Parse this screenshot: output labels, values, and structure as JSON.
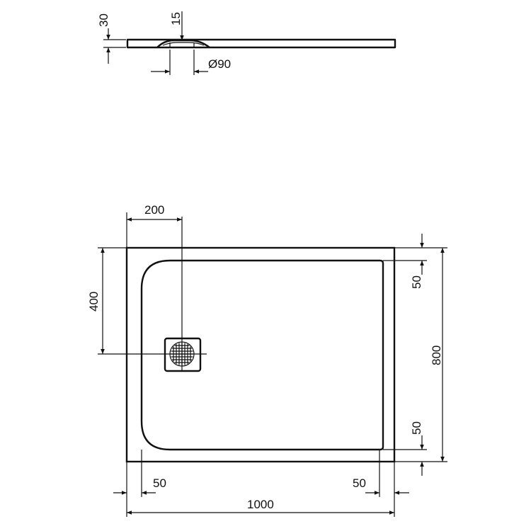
{
  "colors": {
    "line": "#111111",
    "background": "#ffffff"
  },
  "side_view": {
    "thickness": "30",
    "drain_depth": "15",
    "drain_diameter": "Ø90"
  },
  "plan_view": {
    "drain_offset_x": "200",
    "drain_offset_y": "400",
    "width": "1000",
    "depth": "800",
    "rim_top": "50",
    "rim_bottom": "50",
    "rim_left": "50",
    "rim_right": "50"
  }
}
